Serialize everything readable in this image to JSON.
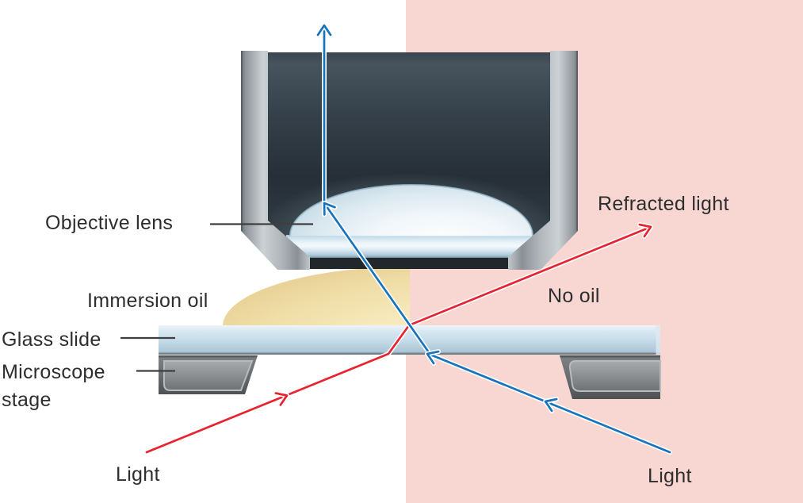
{
  "diagram": {
    "labels": {
      "objective_lens": "Objective lens",
      "immersion_oil": "Immersion oil",
      "glass_slide": "Glass slide",
      "microscope_stage": "Microscope stage",
      "light_left": "Light",
      "light_right": "Light",
      "no_oil": "No oil",
      "refracted_light": "Refracted light"
    },
    "colors": {
      "ray_red": "#e82330",
      "ray_blue": "#1673bd",
      "pink_panel": "#f8d7d3",
      "oil_yellow": "#f3e4b2",
      "slide_blue": "#c7dcea",
      "stage_gray": "#6b6e71",
      "housing_dark": "#2a343d",
      "metal_gray": "#b6bcc0",
      "lens_dome_white": "#eef5f9",
      "label_text": "#2e2e2e"
    }
  }
}
